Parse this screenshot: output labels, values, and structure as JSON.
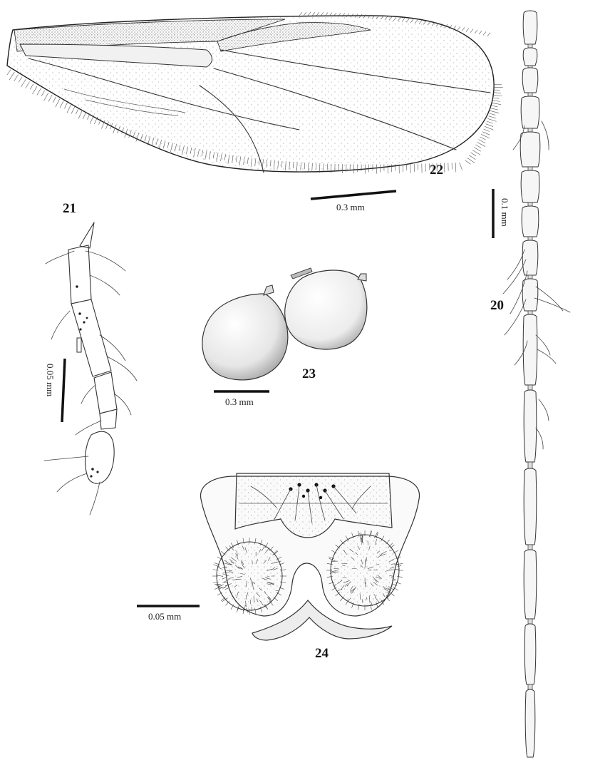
{
  "figures": {
    "fig20": {
      "number": "20",
      "scale_label": "0.1 mm"
    },
    "fig21": {
      "number": "21",
      "scale_label": "0.05 mm"
    },
    "fig22": {
      "number": "22",
      "scale_label": "0.3 mm"
    },
    "fig23": {
      "number": "23",
      "scale_label": "0.3 mm"
    },
    "fig24": {
      "number": "24",
      "scale_label": "0.05 mm"
    }
  },
  "colors": {
    "ink": "#333333",
    "background": "#ffffff"
  }
}
